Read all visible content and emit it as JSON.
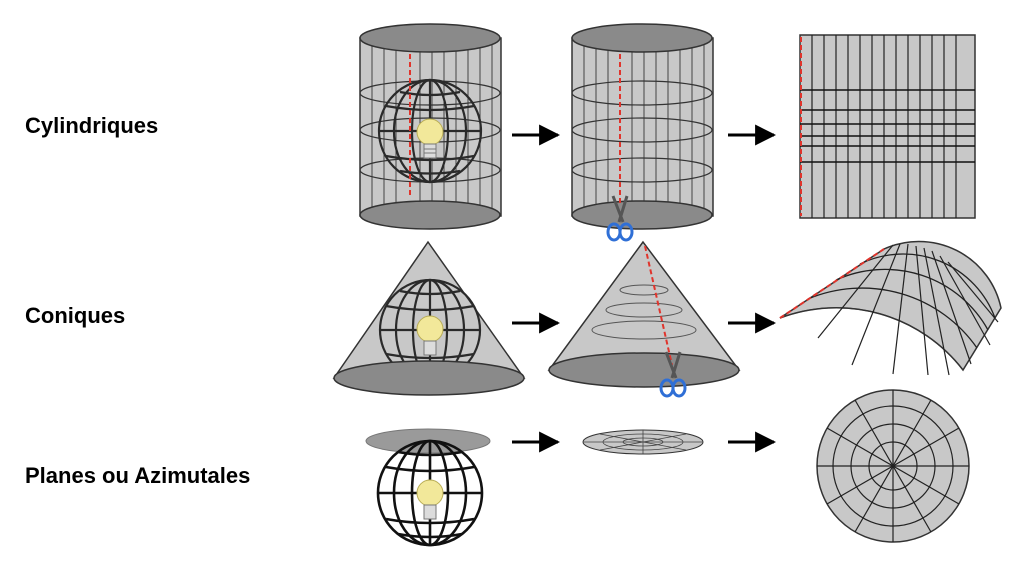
{
  "rows": [
    {
      "label": "Cylindriques"
    },
    {
      "label": "Coniques"
    },
    {
      "label": "Planes ou Azimutales"
    }
  ],
  "colors": {
    "surface_fill": "#c8c8c8",
    "surface_dark": "#8a8a8a",
    "line": "#222222",
    "cut_line": "#e0342c",
    "bulb": "#f2e89a",
    "scissors_handle": "#2f6fd6",
    "arrow": "#000000"
  },
  "icons": [
    "light-bulb-icon",
    "scissors-icon",
    "arrow-right-icon"
  ]
}
